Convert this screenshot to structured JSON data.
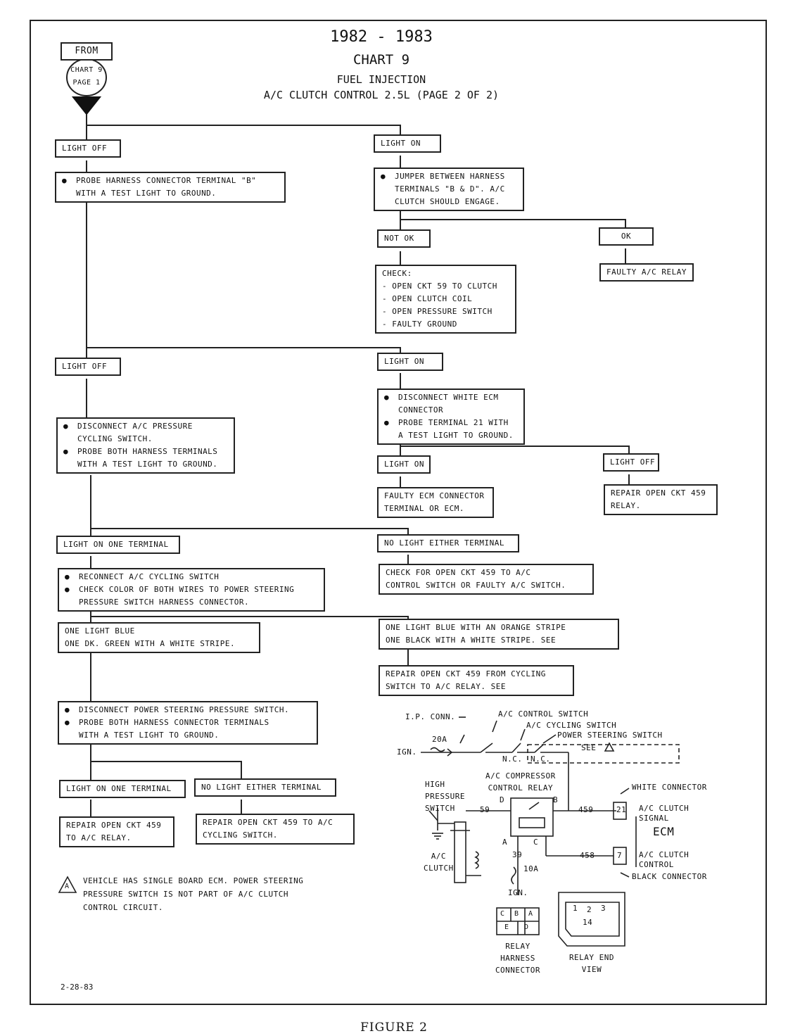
{
  "header": {
    "years": "1982 - 1983",
    "chart": "CHART 9",
    "system": "FUEL INJECTION",
    "subtitle": "A/C CLUTCH CONTROL 2.5L (PAGE 2 OF 2)"
  },
  "from": {
    "label": "FROM",
    "line1": "CHART 9",
    "line2": "PAGE 1"
  },
  "flow": {
    "light_off_1": "LIGHT OFF",
    "light_on_1": "LIGHT ON",
    "probe_b": [
      "PROBE HARNESS CONNECTOR TERMINAL \"B\"",
      "WITH A TEST LIGHT TO GROUND."
    ],
    "jumper": [
      "JUMPER BETWEEN HARNESS",
      "TERMINALS \"B & D\". A/C",
      "CLUTCH SHOULD ENGAGE."
    ],
    "not_ok": "NOT OK",
    "ok": "OK",
    "faulty_relay": "FAULTY A/C RELAY",
    "check": [
      "CHECK:",
      "- OPEN CKT 59 TO CLUTCH",
      "- OPEN CLUTCH COIL",
      "- OPEN PRESSURE SWITCH",
      "- FAULTY GROUND"
    ],
    "light_off_2": "LIGHT OFF",
    "light_on_2": "LIGHT ON",
    "disconnect_ecm": [
      "DISCONNECT WHITE ECM",
      "CONNECTOR",
      "PROBE TERMINAL 21 WITH",
      "A TEST LIGHT TO GROUND."
    ],
    "disconnect_cycling": [
      "DISCONNECT A/C PRESSURE",
      "CYCLING SWITCH.",
      "PROBE BOTH HARNESS TERMINALS",
      "WITH A TEST LIGHT TO GROUND."
    ],
    "light_on_3": "LIGHT ON",
    "light_off_3": "LIGHT OFF",
    "faulty_ecm": [
      "FAULTY ECM CONNECTOR",
      "TERMINAL OR ECM."
    ],
    "repair_459_relay": [
      "REPAIR OPEN CKT 459",
      "RELAY."
    ],
    "light_on_one_terminal_1": "LIGHT ON ONE TERMINAL",
    "no_light_either_1": "NO LIGHT EITHER TERMINAL",
    "reconnect": [
      "RECONNECT A/C CYCLING SWITCH",
      "CHECK COLOR OF BOTH WIRES TO POWER STEERING",
      "PRESSURE SWITCH HARNESS CONNECTOR."
    ],
    "check_459": [
      "CHECK FOR OPEN CKT 459 TO A/C",
      "CONTROL SWITCH OR FAULTY A/C SWITCH."
    ],
    "one_light_blue": [
      "ONE LIGHT BLUE",
      "ONE DK. GREEN WITH A WHITE STRIPE."
    ],
    "one_light_blue_orange": [
      "ONE LIGHT BLUE WITH AN ORANGE STRIPE",
      "ONE BLACK WITH A WHITE STRIPE.  SEE"
    ],
    "repair_cycling": [
      "REPAIR OPEN CKT 459 FROM CYCLING",
      "SWITCH TO A/C RELAY.  SEE"
    ],
    "disconnect_ps": [
      "DISCONNECT POWER STEERING PRESSURE SWITCH.",
      "PROBE BOTH HARNESS CONNECTOR TERMINALS",
      "WITH A TEST LIGHT TO GROUND."
    ],
    "light_on_one_terminal_2": "LIGHT ON ONE TERMINAL",
    "no_light_either_2": "NO LIGHT EITHER TERMINAL",
    "repair_459_ac_relay": [
      "REPAIR OPEN CKT 459",
      "TO A/C RELAY."
    ],
    "repair_459_cycling": [
      "REPAIR OPEN CKT 459 TO A/C",
      "CYCLING SWITCH."
    ]
  },
  "schematic": {
    "ip_conn": "I.P. CONN.",
    "fuse_20a": "20A",
    "ign": "IGN.",
    "ac_control_switch": "A/C CONTROL SWITCH",
    "ac_cycling_switch": "A/C CYCLING SWITCH",
    "power_steering_switch": "POWER STEERING SWITCH",
    "see": "SEE",
    "nc1": "N.C.",
    "nc2": "N.C.",
    "compressor_relay": [
      "A/C COMPRESSOR",
      "CONTROL RELAY"
    ],
    "high_pressure": [
      "HIGH",
      "PRESSURE",
      "SWITCH"
    ],
    "wire_59": "59",
    "wire_459": "459",
    "wire_458": "458",
    "wire_39": "39",
    "fuse_10a": "10A",
    "ign2": "IGN.",
    "term_d": "D",
    "term_b": "B",
    "term_a": "A",
    "term_c": "C",
    "white_connector": "WHITE CONNECTOR",
    "ac_clutch_signal": [
      "A/C CLUTCH",
      "SIGNAL"
    ],
    "ecm": "ECM",
    "ac_clutch_control": [
      "A/C CLUTCH",
      "CONTROL"
    ],
    "black_connector": "BLACK CONNECTOR",
    "pin_21": "21",
    "pin_7": "7",
    "ac_clutch": [
      "A/C",
      "CLUTCH"
    ],
    "harness_cells": [
      "C",
      "B",
      "A",
      "E",
      "D"
    ],
    "relay_harness": [
      "RELAY",
      "HARNESS",
      "CONNECTOR"
    ],
    "relay_end_pins": [
      "1",
      "2",
      "3",
      "14"
    ],
    "relay_end": [
      "RELAY END",
      "VIEW"
    ]
  },
  "footnote": {
    "marker": "A",
    "lines": [
      "VEHICLE HAS SINGLE BOARD ECM.  POWER STEERING",
      "PRESSURE SWITCH IS NOT PART OF A/C CLUTCH",
      "CONTROL CIRCUIT."
    ]
  },
  "date": "2-28-83",
  "figure_label": "FIGURE 2"
}
